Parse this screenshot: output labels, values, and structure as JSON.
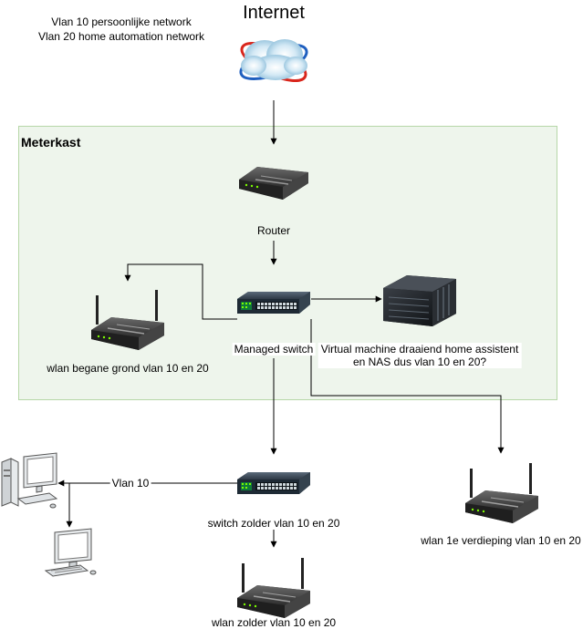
{
  "legend": {
    "line1": "Vlan 10 persoonlijke network",
    "line2": "Vlan 20 home automation network"
  },
  "internet": {
    "title": "Internet",
    "icon": "internet-cloud-globe-icon"
  },
  "meterkast": {
    "title": "Meterkast",
    "fill": "#eef5ec",
    "border": "#b6d7a8"
  },
  "router": {
    "label": "Router",
    "icon": "router-icon"
  },
  "managed_switch": {
    "label": "Managed switch",
    "icon": "network-switch-icon"
  },
  "server": {
    "label_line1": "Virtual machine draaiend home assistent",
    "label_line2": "en NAS dus vlan 10 en 20?",
    "icon": "server-rack-icon"
  },
  "wlan_begane_grond": {
    "label": "wlan begane grond vlan 10 en 20",
    "icon": "wireless-router-icon"
  },
  "wlan_1e_verdieping": {
    "label": "wlan 1e verdieping vlan 10 en 20",
    "icon": "wireless-router-icon"
  },
  "switch_zolder": {
    "label": "switch zolder vlan 10 en 20",
    "icon": "network-switch-icon"
  },
  "wlan_zolder": {
    "label": "wlan zolder vlan 10 en 20",
    "icon": "wireless-router-icon"
  },
  "vlan10_link": {
    "label": "Vlan 10"
  },
  "pc_tower": {
    "icon": "desktop-computer-icon"
  },
  "pc_monitor": {
    "icon": "monitor-keyboard-icon"
  }
}
